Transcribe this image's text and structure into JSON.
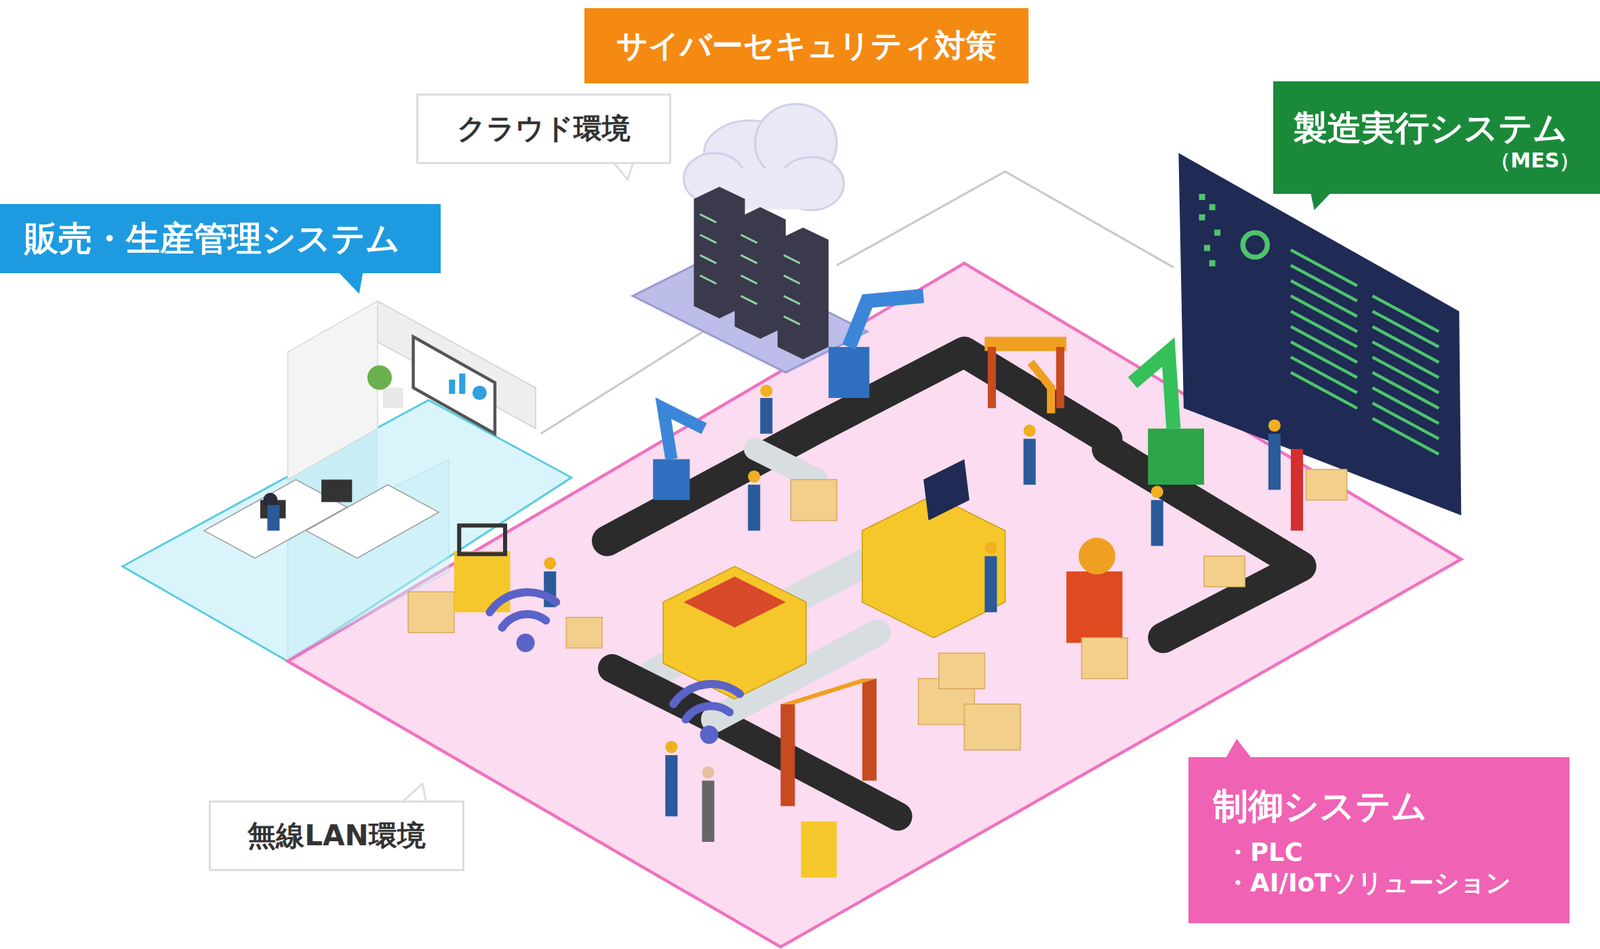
{
  "diagram": {
    "nodes": [
      {
        "text": [
          "サイバーセキュリティ対策"
        ]
      },
      {
        "text": [
          "クラウド環境"
        ]
      },
      {
        "text": [
          "製造実行システム",
          "（MES）"
        ]
      },
      {
        "text": [
          "販売・生産管理システム"
        ]
      },
      {
        "text": [
          "制御システム",
          "・PLC",
          "・AI/IoTソリューション"
        ]
      },
      {
        "text": [
          "無線LAN環境"
        ]
      }
    ]
  }
}
